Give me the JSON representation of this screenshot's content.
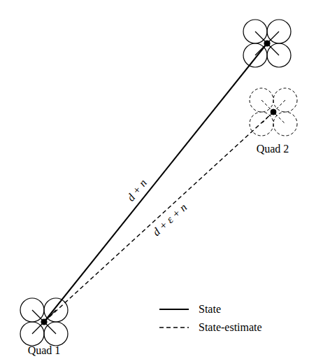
{
  "diagram": {
    "nodes": [
      {
        "text": [
          "Quad 1"
        ]
      },
      {
        "text": [
          "Quad 2"
        ]
      }
    ],
    "edges": [
      {
        "from": 0,
        "to": 1,
        "arrow": "none",
        "label": "d + n"
      },
      {
        "from": 0,
        "to": 1,
        "arrow": "none",
        "label": "d + ε + n"
      }
    ],
    "legend": [
      {
        "text": "State"
      },
      {
        "text": "State-estimate"
      }
    ]
  }
}
